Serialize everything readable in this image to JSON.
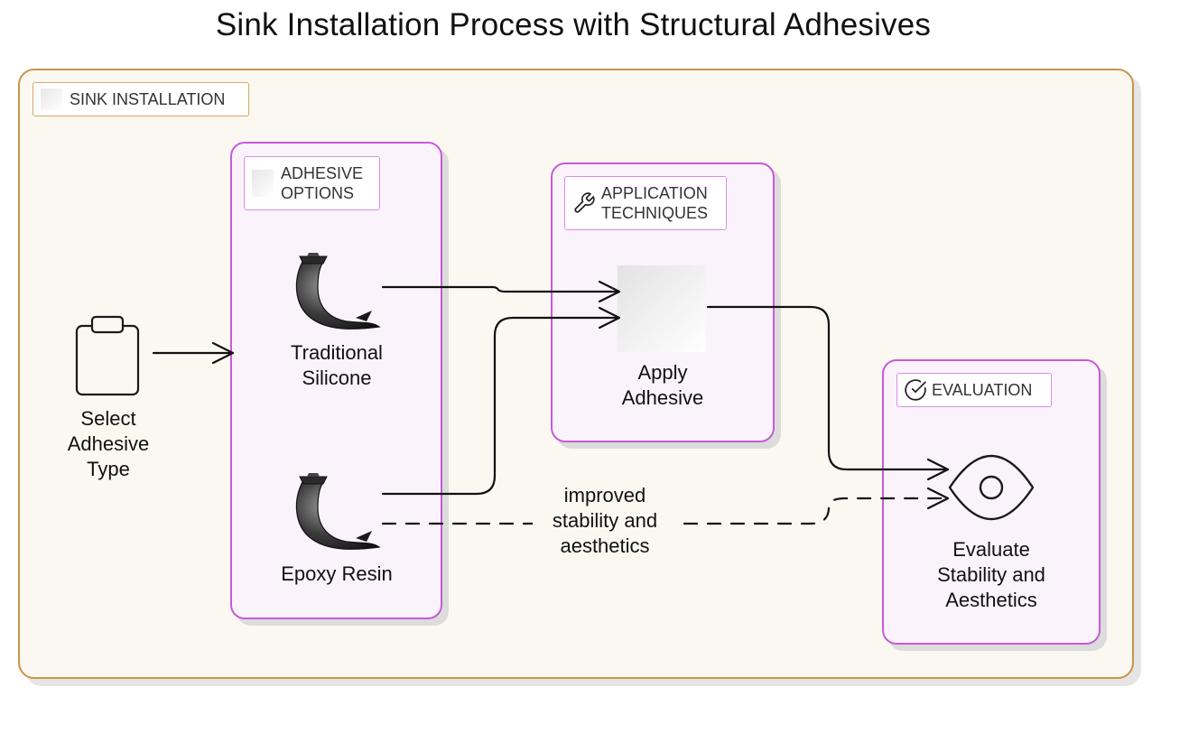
{
  "title": "Sink Installation Process with Structural Adhesives",
  "outer_group": {
    "label": "SINK INSTALLATION"
  },
  "groups": {
    "adhesive_options": {
      "label_line1": "ADHESIVE",
      "label_line2": "OPTIONS"
    },
    "application_techniques": {
      "label_line1": "APPLICATION",
      "label_line2": "TECHNIQUES"
    },
    "evaluation": {
      "label": "EVALUATION"
    }
  },
  "nodes": {
    "select_adhesive": {
      "line1": "Select",
      "line2": "Adhesive",
      "line3": "Type",
      "icon": "clipboard-icon"
    },
    "traditional_silicone": {
      "line1": "Traditional",
      "line2": "Silicone",
      "icon": "horn-icon"
    },
    "epoxy_resin": {
      "line1": "Epoxy Resin",
      "icon": "horn-icon"
    },
    "apply_adhesive": {
      "line1": "Apply",
      "line2": "Adhesive"
    },
    "evaluate": {
      "line1": "Evaluate",
      "line2": "Stability and",
      "line3": "Aesthetics",
      "icon": "eye-icon"
    }
  },
  "edge_labels": {
    "dashed": {
      "line1": "improved",
      "line2": "stability and",
      "line3": "aesthetics"
    }
  },
  "colors": {
    "outer_border": "#c9944b",
    "outer_fill": "#faf8f1",
    "group_border": "#c85ad8",
    "group_fill": "#faf3fb"
  }
}
